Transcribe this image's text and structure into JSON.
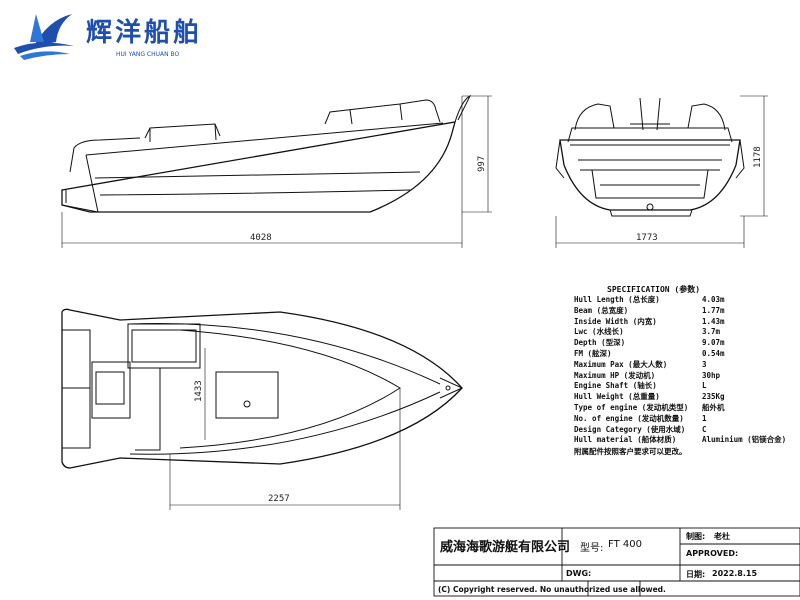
{
  "logo": {
    "brand_cn": "辉洋船舶",
    "brand_en": "HUI YANG CHUAN BO"
  },
  "dimensions": {
    "side_length": "4028",
    "side_height": "997",
    "front_beam": "1773",
    "front_height": "1178",
    "top_length": "2257",
    "top_width": "1433"
  },
  "spec": {
    "title": "SPECIFICATION (参数)",
    "rows": [
      {
        "label": "Hull Length (总长度)",
        "value": "4.03m"
      },
      {
        "label": "Beam (总宽度)",
        "value": "1.77m"
      },
      {
        "label": "Inside Width (内宽)",
        "value": "1.43m"
      },
      {
        "label": "Lwc (水线长)",
        "value": "3.7m"
      },
      {
        "label": "Depth (型深)",
        "value": "9.07m"
      },
      {
        "label": "FM (舷深)",
        "value": "0.54m"
      },
      {
        "label": "Maximum Pax (最大人数)",
        "value": "3"
      },
      {
        "label": "Maximum HP (发动机)",
        "value": "30hp"
      },
      {
        "label": "Engine Shaft (轴长)",
        "value": "L"
      },
      {
        "label": "Hull Weight (总重量)",
        "value": "235Kg"
      },
      {
        "label": "Type of engine (发动机类型)",
        "value": "船外机"
      },
      {
        "label": "No. of engine (发动机数量)",
        "value": "1"
      },
      {
        "label": "Design Category (使用水域)",
        "value": "C"
      },
      {
        "label": "Hull material (船体材质)",
        "value": "Aluminium (铝镁合金)"
      }
    ],
    "note": "附属配件按照客户要求可以更改。"
  },
  "title_block": {
    "company": "威海海歌游艇有限公司",
    "model_label": "型号:",
    "model_value": "FT 400",
    "drawn_label": "制图:",
    "drawn_value": "老杜",
    "approved_label": "APPROVED:",
    "dwg_label": "DWG:",
    "date_label": "日期:",
    "date_value": "2022.8.15",
    "copyright": "(C) Copyright reserved. No unauthorized use allowed."
  }
}
